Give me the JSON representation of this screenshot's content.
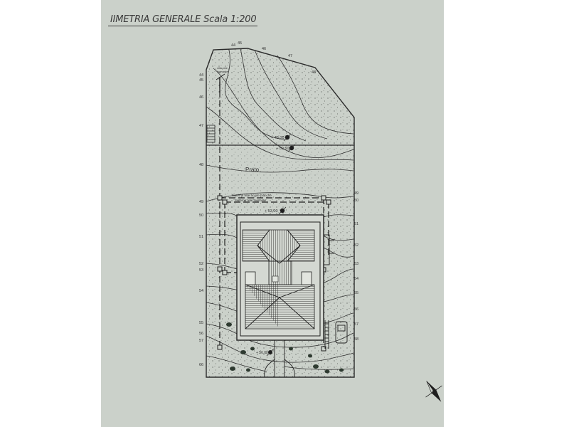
{
  "title": "IIMETRIA GENERALE  Scala 1:200",
  "labels": {
    "prato": "Prato",
    "boundary_top": "Sistema rete acque bianche",
    "boundary_bottom": "Sistema rete fognante",
    "note_top_left_1": "villa rete",
    "note_top_left_2": "fognante"
  },
  "elevations": {
    "e1": "+ 48.00",
    "e2": "+ 50.50",
    "e3": "+ 53.00",
    "e4": "+ 56.00"
  },
  "contours_left": [
    "44",
    "45",
    "46",
    "47",
    "48",
    "49",
    "50",
    "51",
    "52",
    "53",
    "54",
    "55",
    "56",
    "57",
    "66"
  ],
  "contours_right": [
    "49",
    "50",
    "51",
    "52",
    "53",
    "54",
    "55",
    "56",
    "57",
    "58"
  ],
  "contours_top": [
    "44",
    "45",
    "46",
    "47",
    "48"
  ],
  "icons": {
    "north_arrow": "north-arrow-compass",
    "elevation_marker": "elevation-target-marker"
  }
}
